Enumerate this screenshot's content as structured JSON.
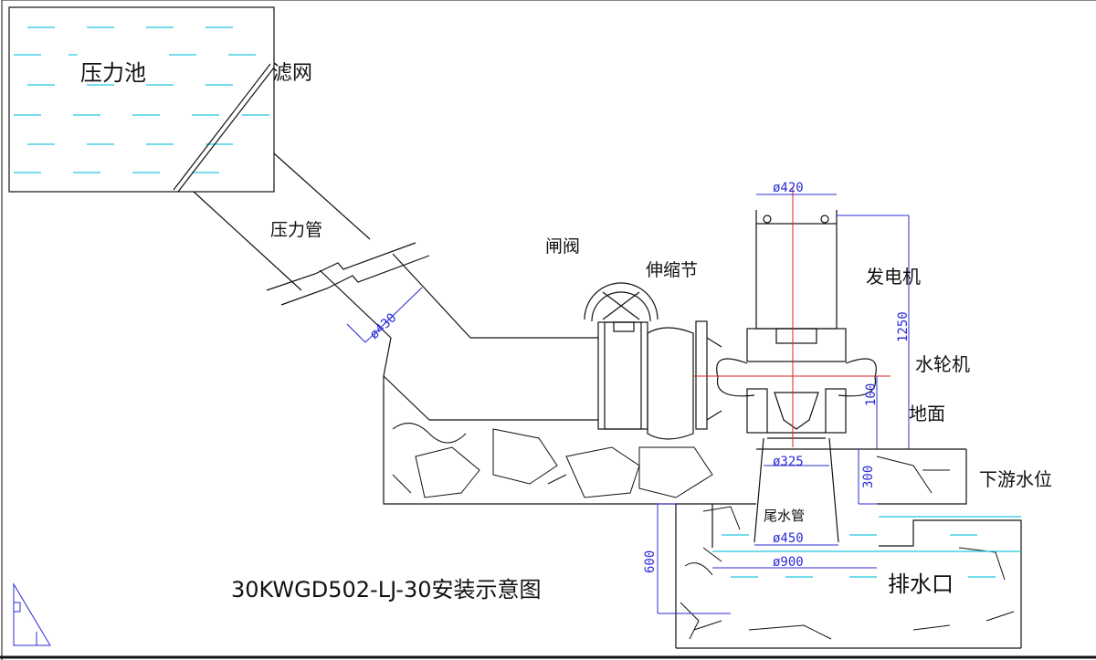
{
  "title": "30KWGD502-LJ-30安装示意图",
  "labels": {
    "forebay": "压力池",
    "screen": "滤网",
    "penstock": "压力管",
    "gate_valve": "闸阀",
    "expansion_joint": "伸缩节",
    "generator": "发电机",
    "turbine": "水轮机",
    "ground": "地面",
    "tailwater_level": "下游水位",
    "draft_tube": "尾水管",
    "outlet": "排水口"
  },
  "dimensions": {
    "penstock_dia": "ø430",
    "generator_dia": "ø420",
    "generator_height": "1250",
    "turbine_base": "100",
    "runner_dia": "ø325",
    "tail_depth": "300",
    "draft_outlet_dia": "ø450",
    "pit_width": "ø900",
    "pit_depth": "600"
  },
  "colors": {
    "line": "#111111",
    "water": "#22c8e0",
    "dimension": "#2b2bd6",
    "centerline": "#e02020"
  }
}
